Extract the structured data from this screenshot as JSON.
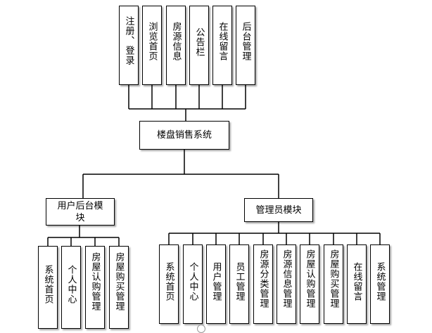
{
  "diagram": {
    "root": {
      "label": "楼盘销售系统"
    },
    "top_modules": [
      {
        "label": "注册、登录"
      },
      {
        "label": "浏览首页"
      },
      {
        "label": "房源信息"
      },
      {
        "label": "公告栏"
      },
      {
        "label": "在线留言"
      },
      {
        "label": "后台管理"
      }
    ],
    "user_module": {
      "label": "用户后台模块",
      "children": [
        {
          "label": "系统首页"
        },
        {
          "label": "个人中心"
        },
        {
          "label": "房屋认购管理"
        },
        {
          "label": "房屋购买管理"
        }
      ]
    },
    "admin_module": {
      "label": "管理员模块",
      "children": [
        {
          "label": "系统首页"
        },
        {
          "label": "个人中心"
        },
        {
          "label": "用户管理"
        },
        {
          "label": "员工管理"
        },
        {
          "label": "房源分类管理"
        },
        {
          "label": "房源信息管理"
        },
        {
          "label": "房屋认购管理"
        },
        {
          "label": "房屋购买管理"
        },
        {
          "label": "在线留言"
        },
        {
          "label": "系统管理"
        }
      ]
    }
  }
}
